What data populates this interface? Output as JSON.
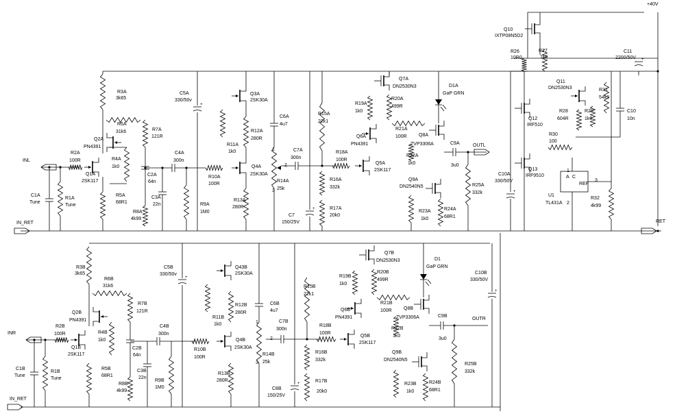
{
  "rails": {
    "vplus": "+40V",
    "ret": "RET"
  },
  "ports": {
    "inl": "INL",
    "in_ret_a": "IN_RET",
    "outl": "OUTL",
    "inr": "INR",
    "in_ret_b": "IN_RET",
    "outr": "OUTR"
  },
  "components": [
    {
      "id": "q10",
      "ref": "Q10",
      "val": "IXTP08N5D2"
    },
    {
      "id": "r26",
      "ref": "R26",
      "val": "10R0"
    },
    {
      "id": "r27",
      "ref": "R27",
      "val": "1k0"
    },
    {
      "id": "c11",
      "ref": "C11",
      "val": "2200/50V"
    },
    {
      "id": "q11",
      "ref": "Q11",
      "val": "DN2530N3"
    },
    {
      "id": "r31",
      "ref": "R31",
      "val": "54k9"
    },
    {
      "id": "q12",
      "ref": "Q12",
      "val": "IRF510"
    },
    {
      "id": "r28",
      "ref": "R28",
      "val": "604R"
    },
    {
      "id": "r29",
      "ref": "R29",
      "val": "1k0"
    },
    {
      "id": "c10",
      "ref": "C10",
      "val": "10n"
    },
    {
      "id": "r30",
      "ref": "R30",
      "val": "100"
    },
    {
      "id": "q13",
      "ref": "Q13",
      "val": "IRF9510"
    },
    {
      "id": "u1",
      "ref": "U1",
      "val": "TL431A"
    },
    {
      "id": "r32",
      "ref": "R32",
      "val": "4k99"
    },
    {
      "id": "c10a",
      "ref": "C10A",
      "val": "330/50V"
    },
    {
      "id": "r3a",
      "ref": "R3A",
      "val": "3k65"
    },
    {
      "id": "r6a",
      "ref": "R6A",
      "val": "31k6"
    },
    {
      "id": "q2a",
      "ref": "Q2A",
      "val": "PN4391"
    },
    {
      "id": "r7a",
      "ref": "R7A",
      "val": "121R"
    },
    {
      "id": "r4a",
      "ref": "R4A",
      "val": "1k0"
    },
    {
      "id": "r2a",
      "ref": "R2A",
      "val": "100R"
    },
    {
      "id": "q1a",
      "ref": "Q1A",
      "val": "2SK117"
    },
    {
      "id": "c1a",
      "ref": "C1A",
      "val": "Tune"
    },
    {
      "id": "r1a",
      "ref": "R1A",
      "val": "Tune"
    },
    {
      "id": "r5a",
      "ref": "R5A",
      "val": "68R1"
    },
    {
      "id": "c2a",
      "ref": "C2A",
      "val": "64n"
    },
    {
      "id": "c3a",
      "ref": "C3A",
      "val": "22n"
    },
    {
      "id": "r8a",
      "ref": "R8A",
      "val": "4k99"
    },
    {
      "id": "c4a",
      "ref": "C4A",
      "val": "300n"
    },
    {
      "id": "r9a",
      "ref": "R9A",
      "val": "1M0"
    },
    {
      "id": "c5a",
      "ref": "C5A",
      "val": "330/50v"
    },
    {
      "id": "r10a",
      "ref": "R10A",
      "val": "100R"
    },
    {
      "id": "q3a",
      "ref": "Q3A",
      "val": "2SK30A"
    },
    {
      "id": "r11a",
      "ref": "R11A",
      "val": "1k0"
    },
    {
      "id": "r12a",
      "ref": "R12A",
      "val": "280R"
    },
    {
      "id": "q4a",
      "ref": "Q4A",
      "val": "2SK30A"
    },
    {
      "id": "r13a",
      "ref": "R13A",
      "val": "280R"
    },
    {
      "id": "c6a",
      "ref": "C6A",
      "val": "4u7"
    },
    {
      "id": "r14a",
      "ref": "R14A",
      "val": "25k"
    },
    {
      "id": "c7a",
      "ref": "C7A",
      "val": "300n"
    },
    {
      "id": "c7",
      "ref": "C7",
      "val": "150/25V"
    },
    {
      "id": "r15a",
      "ref": "R15A",
      "val": "22k1"
    },
    {
      "id": "r16a",
      "ref": "R16A",
      "val": "332k"
    },
    {
      "id": "r17a",
      "ref": "R17A",
      "val": "20k0"
    },
    {
      "id": "r18a",
      "ref": "R18A",
      "val": "100R"
    },
    {
      "id": "q7a",
      "ref": "Q7A",
      "val": "DN2530N3"
    },
    {
      "id": "r19a",
      "ref": "R19A",
      "val": "1k0"
    },
    {
      "id": "r20a",
      "ref": "R20A",
      "val": "499R"
    },
    {
      "id": "d1a",
      "ref": "D1A",
      "val": "GaP GRN"
    },
    {
      "id": "q6a",
      "ref": "Q6A",
      "val": "PN4391"
    },
    {
      "id": "r21a",
      "ref": "R21A",
      "val": "100R"
    },
    {
      "id": "q8a",
      "ref": "Q8A",
      "val": "ZVP3306A"
    },
    {
      "id": "q5a",
      "ref": "Q5A",
      "val": "2SK117"
    },
    {
      "id": "r22a",
      "ref": "R22A",
      "val": "1k0"
    },
    {
      "id": "c9a",
      "ref": "C9A",
      "val": "3u0"
    },
    {
      "id": "q9a",
      "ref": "Q9A",
      "val": "DN2540N5"
    },
    {
      "id": "r25a",
      "ref": "R25A",
      "val": "332k"
    },
    {
      "id": "r23a",
      "ref": "R23A",
      "val": "1k0"
    },
    {
      "id": "r24a",
      "ref": "R24A",
      "val": "68R1"
    },
    {
      "id": "r3b",
      "ref": "R3B",
      "val": "3k65"
    },
    {
      "id": "r6b",
      "ref": "R6B",
      "val": "31k6"
    },
    {
      "id": "q2b",
      "ref": "Q2B",
      "val": "PN4391"
    },
    {
      "id": "r7b",
      "ref": "R7B",
      "val": "121R"
    },
    {
      "id": "r4b",
      "ref": "R4B",
      "val": "1k0"
    },
    {
      "id": "r2b",
      "ref": "R2B",
      "val": "100R"
    },
    {
      "id": "q1b",
      "ref": "Q1B",
      "val": "2SK117"
    },
    {
      "id": "c1b",
      "ref": "C1B",
      "val": "Tune"
    },
    {
      "id": "r1b",
      "ref": "R1B",
      "val": "Tune"
    },
    {
      "id": "r5b",
      "ref": "R5B",
      "val": "68R1"
    },
    {
      "id": "c2b",
      "ref": "C2B",
      "val": "64n"
    },
    {
      "id": "c3b",
      "ref": "C3B",
      "val": "22n"
    },
    {
      "id": "r8b",
      "ref": "R8B",
      "val": "4k99"
    },
    {
      "id": "c4b",
      "ref": "C4B",
      "val": "300n"
    },
    {
      "id": "r9b",
      "ref": "R9B",
      "val": "1M0"
    },
    {
      "id": "c5b",
      "ref": "C5B",
      "val": "330/50v"
    },
    {
      "id": "r10b",
      "ref": "R10B",
      "val": "100R"
    },
    {
      "id": "q43b",
      "ref": "Q43B",
      "val": "2SK30A"
    },
    {
      "id": "r11b",
      "ref": "R11B",
      "val": "1k0"
    },
    {
      "id": "r12b",
      "ref": "R12B",
      "val": "280R"
    },
    {
      "id": "q4b",
      "ref": "Q4B",
      "val": "2SK30A"
    },
    {
      "id": "r13b",
      "ref": "R13B",
      "val": "280R"
    },
    {
      "id": "c6b",
      "ref": "C6B",
      "val": "4u7"
    },
    {
      "id": "r14b",
      "ref": "R14B",
      "val": "25k"
    },
    {
      "id": "c7b",
      "ref": "C7B",
      "val": "300n"
    },
    {
      "id": "c8b",
      "ref": "C8B",
      "val": "150/25V"
    },
    {
      "id": "r15b",
      "ref": "R15B",
      "val": "22k1"
    },
    {
      "id": "r16b",
      "ref": "R16B",
      "val": "332k"
    },
    {
      "id": "r17b",
      "ref": "R17B",
      "val": "20k0"
    },
    {
      "id": "r18b",
      "ref": "R18B",
      "val": "100R"
    },
    {
      "id": "q7b",
      "ref": "Q7B",
      "val": "DN2530N3"
    },
    {
      "id": "r19b",
      "ref": "R19B",
      "val": "1k0"
    },
    {
      "id": "r20b",
      "ref": "R20B",
      "val": "499R"
    },
    {
      "id": "d1",
      "ref": "D1",
      "val": "GaP GRN"
    },
    {
      "id": "q6b",
      "ref": "Q6B",
      "val": "PN4391"
    },
    {
      "id": "r21b",
      "ref": "R21B",
      "val": "100R"
    },
    {
      "id": "q8b",
      "ref": "Q8B",
      "val": "ZVP3306A"
    },
    {
      "id": "q5b",
      "ref": "Q5B",
      "val": "2SK117"
    },
    {
      "id": "r22b",
      "ref": "R22B",
      "val": "1k0"
    },
    {
      "id": "c9b",
      "ref": "C9B",
      "val": "3u0"
    },
    {
      "id": "c10b",
      "ref": "C10B",
      "val": "330/50V"
    },
    {
      "id": "q9b",
      "ref": "Q9B",
      "val": "DN2540N5"
    },
    {
      "id": "r25b",
      "ref": "R25B",
      "val": "332k"
    },
    {
      "id": "r23b",
      "ref": "R23B",
      "val": "1k0"
    },
    {
      "id": "r24b",
      "ref": "R24B",
      "val": "68R1"
    }
  ],
  "pins": {
    "pot_a": [
      "1",
      "2",
      "3"
    ],
    "pot_b": [
      "1",
      "2",
      "3"
    ],
    "u1_ref": "REF",
    "u1_a": "A",
    "u1_c": "C",
    "u1_p1": "1",
    "u1_p2": "2",
    "u1_p3": "3"
  }
}
